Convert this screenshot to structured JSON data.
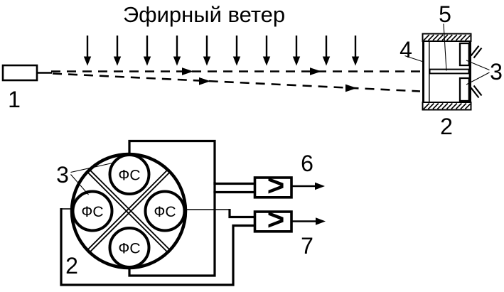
{
  "diagram": {
    "title": "Эфирный ветер",
    "parts": {
      "source": "1",
      "chamber": "2",
      "detectors": "3",
      "window": "4",
      "partition": "5",
      "disk": "2",
      "disk_detectors": "3",
      "output_top": "6",
      "output_bottom": "7"
    },
    "photosensor": "ФС",
    "amplifier_symbol": ">",
    "colors": {
      "ink": "#000000",
      "paper": "#ffffff"
    }
  }
}
